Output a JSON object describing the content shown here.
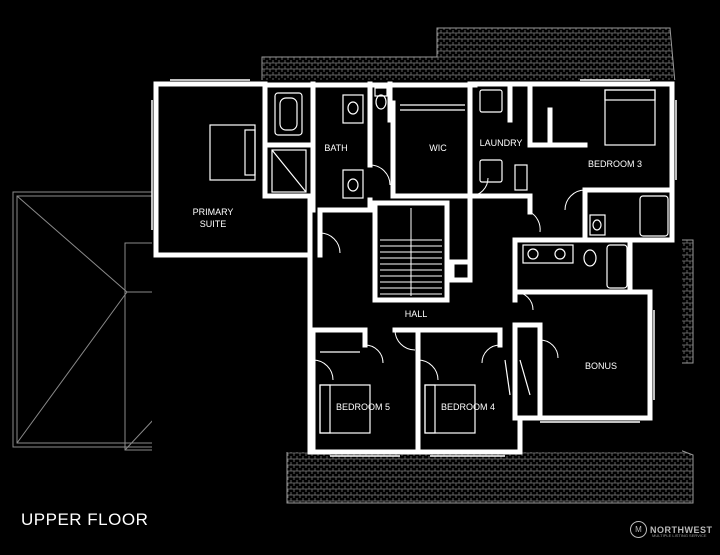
{
  "floor_title": "UPPER FLOOR",
  "rooms": {
    "bath": "BATH",
    "wic": "WIC",
    "laundry": "LAUNDRY",
    "bedroom_3": "BEDROOM 3",
    "primary_suite_line1": "PRIMARY",
    "primary_suite_line2": "SUITE",
    "hall": "HALL",
    "bonus": "BONUS",
    "bedroom_5": "BEDROOM 5",
    "bedroom_4": "BEDROOM 4"
  },
  "logo": {
    "mark": "M",
    "word": "NORTHWEST",
    "tagline": "MULTIPLE LISTING SERVICE"
  },
  "colors": {
    "background": "#000000",
    "walls": "#ffffff",
    "outline": "#9a9a9a"
  }
}
